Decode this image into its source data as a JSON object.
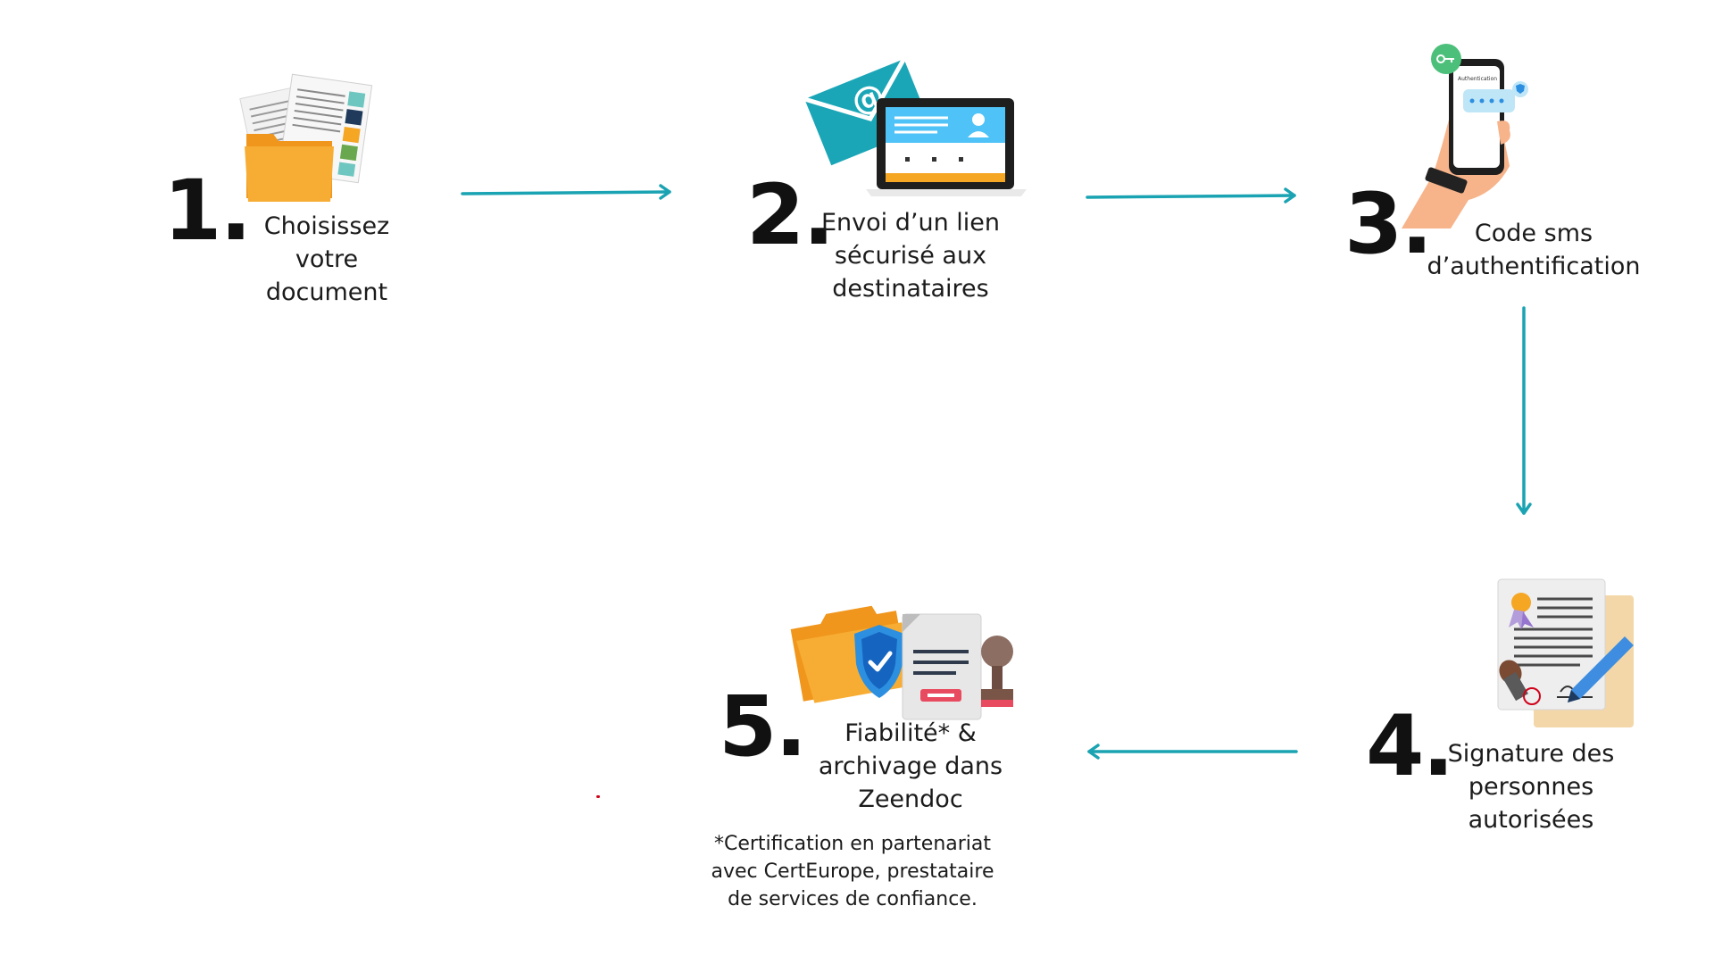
{
  "colors": {
    "arrow": "#1aa3b2",
    "number": "#111111",
    "text": "#1b1b1b",
    "folder": "#f5a623",
    "accent_blue": "#2d8fe0",
    "red_dot": "#d0021b"
  },
  "steps": [
    {
      "number": "1.",
      "label": "Choisissez\nvotre\ndocument",
      "icon": "documents-folder-icon"
    },
    {
      "number": "2.",
      "label": "Envoi d’un lien\nsécurisé aux\ndestinataires",
      "icon": "email-laptop-icon"
    },
    {
      "number": "3.",
      "label": "Code sms\nd’authentification",
      "icon": "phone-authentication-icon"
    },
    {
      "number": "4.",
      "label": "Signature des\npersonnes\nautorisées",
      "icon": "signed-certificate-icon"
    },
    {
      "number": "5.",
      "label": "Fiabilité* &\narchivage dans\nZeendoc",
      "icon": "secure-archive-icon"
    }
  ],
  "phone_screen_title": "Authentication",
  "footnote": "*Certification en partenariat\navec CertEurope, prestataire\nde services de confiance.",
  "arrows": [
    {
      "from": "1.",
      "to": "2.",
      "direction": "right"
    },
    {
      "from": "2.",
      "to": "3.",
      "direction": "right"
    },
    {
      "from": "3.",
      "to": "4.",
      "direction": "down"
    },
    {
      "from": "4.",
      "to": "5.",
      "direction": "left"
    }
  ]
}
